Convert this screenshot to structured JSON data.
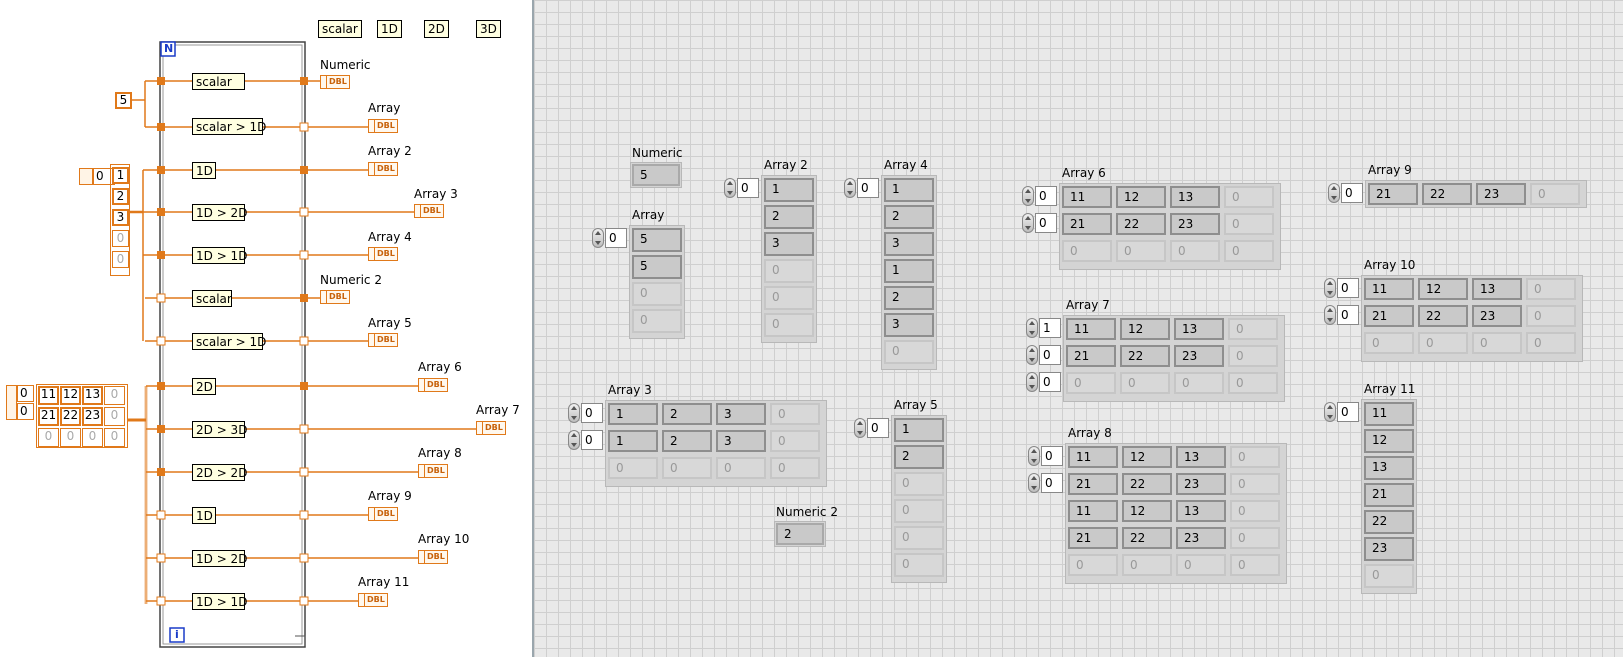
{
  "diagram": {
    "top_labels": [
      "scalar",
      "1D",
      "2D",
      "3D"
    ],
    "loop_count_terminal": "N",
    "loop_index_terminal": "i",
    "constant_5": "5",
    "array_1d": {
      "index": "0",
      "values": [
        "1",
        "2",
        "3",
        "0",
        "0"
      ]
    },
    "array_2d": {
      "index_row": "0",
      "index_col": "0",
      "rows": [
        [
          "11",
          "12",
          "13",
          "0"
        ],
        [
          "21",
          "22",
          "23",
          "0"
        ],
        [
          "0",
          "0",
          "0",
          "0"
        ]
      ]
    },
    "nodes": [
      "scalar",
      "scalar > 1D",
      "1D",
      "1D > 2D",
      "1D > 1D",
      "scalar",
      "scalar > 1D",
      "2D",
      "2D > 3D",
      "2D > 2D",
      "1D",
      "1D > 2D",
      "1D > 1D"
    ],
    "indicators": [
      {
        "label": "Numeric",
        "type": "DBL"
      },
      {
        "label": "Array",
        "type": "DBL"
      },
      {
        "label": "Array 2",
        "type": "DBL"
      },
      {
        "label": "Array 3",
        "type": "DBL"
      },
      {
        "label": "Array 4",
        "type": "DBL"
      },
      {
        "label": "Numeric 2",
        "type": "DBL"
      },
      {
        "label": "Array 5",
        "type": "DBL"
      },
      {
        "label": "Array 6",
        "type": "DBL"
      },
      {
        "label": "Array 7",
        "type": "DBL"
      },
      {
        "label": "Array 8",
        "type": "DBL"
      },
      {
        "label": "Array 9",
        "type": "DBL"
      },
      {
        "label": "Array 10",
        "type": "DBL"
      },
      {
        "label": "Array 11",
        "type": "DBL"
      }
    ]
  },
  "panel": {
    "numeric": {
      "label": "Numeric",
      "value": "5"
    },
    "numeric2": {
      "label": "Numeric 2",
      "value": "2"
    },
    "array": {
      "label": "Array",
      "index": "0",
      "values": [
        "5",
        "5",
        "0",
        "0"
      ]
    },
    "array2": {
      "label": "Array 2",
      "index": "0",
      "values": [
        "1",
        "2",
        "3",
        "0",
        "0",
        "0"
      ]
    },
    "array4": {
      "label": "Array 4",
      "index": "0",
      "values": [
        "1",
        "2",
        "3",
        "1",
        "2",
        "3",
        "0"
      ]
    },
    "array3": {
      "label": "Array 3",
      "indices": [
        "0",
        "0"
      ],
      "rows": [
        [
          "1",
          "2",
          "3",
          "0"
        ],
        [
          "1",
          "2",
          "3",
          "0"
        ],
        [
          "0",
          "0",
          "0",
          "0"
        ]
      ]
    },
    "array5": {
      "label": "Array 5",
      "index": "0",
      "values": [
        "1",
        "2",
        "0",
        "0",
        "0",
        "0"
      ]
    },
    "array6": {
      "label": "Array 6",
      "indices": [
        "0",
        "0"
      ],
      "rows": [
        [
          "11",
          "12",
          "13",
          "0"
        ],
        [
          "21",
          "22",
          "23",
          "0"
        ],
        [
          "0",
          "0",
          "0",
          "0"
        ]
      ]
    },
    "array7": {
      "label": "Array 7",
      "indices": [
        "1",
        "0",
        "0"
      ],
      "rows": [
        [
          "11",
          "12",
          "13",
          "0"
        ],
        [
          "21",
          "22",
          "23",
          "0"
        ],
        [
          "0",
          "0",
          "0",
          "0"
        ]
      ]
    },
    "array8": {
      "label": "Array 8",
      "indices": [
        "0",
        "0"
      ],
      "rows": [
        [
          "11",
          "12",
          "13",
          "0"
        ],
        [
          "21",
          "22",
          "23",
          "0"
        ],
        [
          "11",
          "12",
          "13",
          "0"
        ],
        [
          "21",
          "22",
          "23",
          "0"
        ],
        [
          "0",
          "0",
          "0",
          "0"
        ]
      ]
    },
    "array9": {
      "label": "Array 9",
      "index": "0",
      "values": [
        "21",
        "22",
        "23",
        "0"
      ]
    },
    "array10": {
      "label": "Array 10",
      "indices": [
        "0",
        "0"
      ],
      "rows": [
        [
          "11",
          "12",
          "13",
          "0"
        ],
        [
          "21",
          "22",
          "23",
          "0"
        ],
        [
          "0",
          "0",
          "0",
          "0"
        ]
      ]
    },
    "array11": {
      "label": "Array 11",
      "index": "0",
      "values": [
        "11",
        "12",
        "13",
        "21",
        "22",
        "23",
        "0"
      ]
    }
  }
}
